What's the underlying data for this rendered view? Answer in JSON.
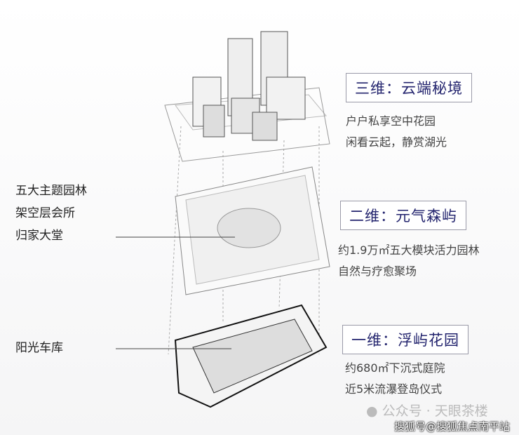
{
  "levels": [
    {
      "title": "三维：云端秘境",
      "lines": [
        "户户私享空中花园",
        "闲看云起，静赏湖光"
      ]
    },
    {
      "title": "二维：元气森屿",
      "lines": [
        "约1.9万㎡五大模块活力园林",
        "自然与疗愈聚场"
      ]
    },
    {
      "title": "一维：浮屿花园",
      "lines": [
        "约680㎡下沉式庭院",
        "近5米流瀑登岛仪式"
      ]
    }
  ],
  "left_labels": {
    "middle": [
      "五大主题园林",
      "架空层会所",
      "归家大堂"
    ],
    "bottom": "阳光车库"
  },
  "watermark": {
    "account": "公众号 · 天眼茶楼",
    "source": "搜狐号@搜狐焦点南平站"
  }
}
